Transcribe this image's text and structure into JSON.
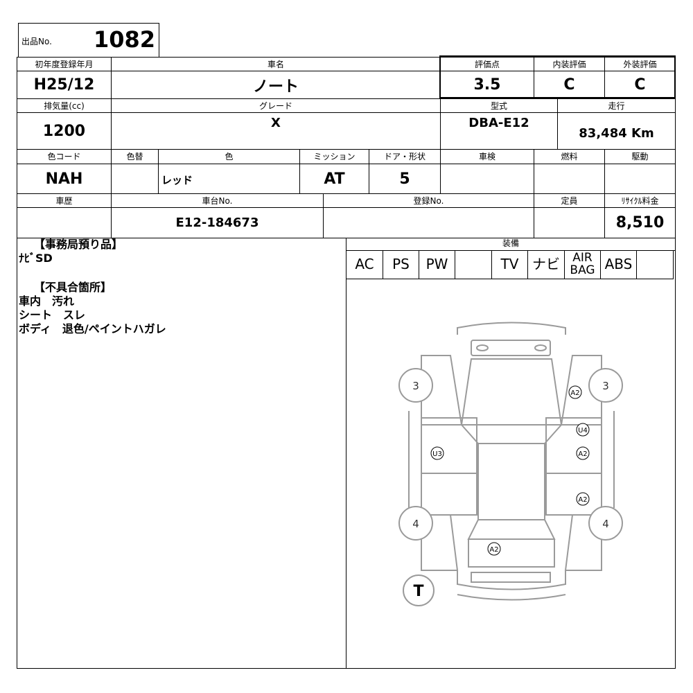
{
  "lot": {
    "label": "出品No.",
    "number": "1082"
  },
  "row1": {
    "year_label": "初年度登録年月",
    "year": "H25/12",
    "name_label": "車名",
    "name": "ノート",
    "score_label": "評価点",
    "score": "3.5",
    "interior_label": "内装評価",
    "interior": "C",
    "exterior_label": "外装評価",
    "exterior": "C"
  },
  "row2": {
    "displacement_label": "排気量(cc)",
    "displacement": "1200",
    "grade_label": "グレード",
    "grade": "X",
    "model_label": "型式",
    "model": "DBA-E12",
    "mileage_label": "走行",
    "mileage": "83,484 Km"
  },
  "row3": {
    "color_code_label": "色コード",
    "color_code": "NAH",
    "repaint_label": "色替",
    "repaint": "",
    "color_label": "色",
    "color": "レッド",
    "mission_label": "ミッション",
    "mission": "AT",
    "door_label": "ドア・形状",
    "door": "5",
    "inspection_label": "車検",
    "inspection": "",
    "fuel_label": "燃料",
    "fuel": "",
    "drive_label": "駆動",
    "drive": ""
  },
  "row4": {
    "history_label": "車歴",
    "history": "",
    "chassis_label": "車台No.",
    "chassis": "E12-184673",
    "reg_label": "登録No.",
    "reg": "",
    "capacity_label": "定員",
    "capacity": "",
    "recycle_label": "ﾘｻｲｸﾙ料金",
    "recycle": "8,510"
  },
  "notes": {
    "office_heading": "【事務局預り品】",
    "office_items": [
      "ﾅﾋﾞSD"
    ],
    "defect_heading": "【不具合箇所】",
    "defect_items": [
      "車内　汚れ",
      "シート　スレ",
      "ボディ　退色/ペイントハガレ"
    ]
  },
  "equipment": {
    "label": "装備",
    "items": [
      "AC",
      "PS",
      "PW",
      "",
      "TV",
      "ナビ",
      "AIR BAG",
      "ABS",
      ""
    ]
  },
  "diagram": {
    "wheel_fl": "3",
    "wheel_fr": "3",
    "wheel_rl": "4",
    "wheel_rr": "4",
    "spare_tire": "T",
    "marks": [
      "A2",
      "U4",
      "A2",
      "U3",
      "A2",
      "A2"
    ]
  },
  "colors": {
    "border": "#000000",
    "diagram_line": "#9a9a9a"
  }
}
